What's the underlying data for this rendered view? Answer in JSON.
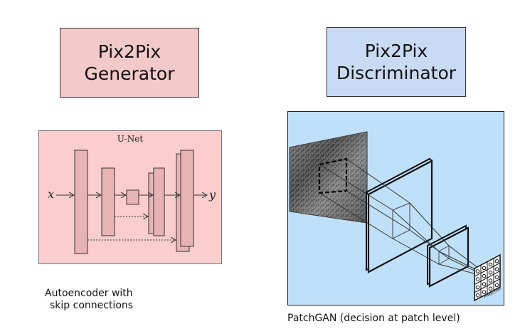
{
  "generator": {
    "title_line1": "Pix2Pix",
    "title_line2": "Generator",
    "diagram_title": "U-Net",
    "input_symbol": "x",
    "output_symbol": "y",
    "caption_line1": "Autoencoder with",
    "caption_line2": "skip connections"
  },
  "discriminator": {
    "title_line1": "Pix2Pix",
    "title_line2": "Discriminator",
    "prediction_label": "Prediction",
    "caption": "PatchGAN (decision at patch level)"
  },
  "colors": {
    "generator_fill": "#f4c9c9",
    "discriminator_fill": "#c9daf4",
    "unet_background": "#fbcdcd",
    "patchgan_background": "#bfe0fb"
  }
}
